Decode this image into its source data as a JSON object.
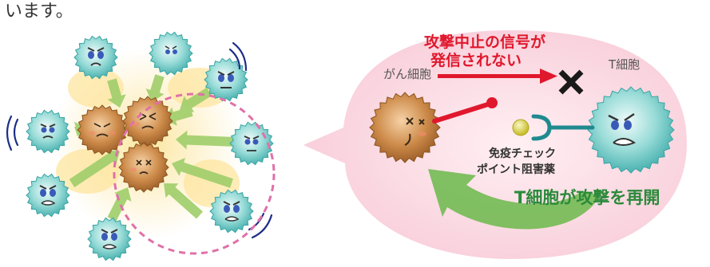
{
  "intro_text": "います。",
  "cancer_cell_label": "がん細胞",
  "t_cell_label": "T細胞",
  "stop_signal": {
    "line1": "攻撃中止の信号が",
    "line2": "発信されない"
  },
  "checkpoint_drug": {
    "line1": "免疫チェック",
    "line2": "ポイント阻害薬"
  },
  "resume_attack_text": "T細胞が攻撃を再開",
  "colors": {
    "speech_bubble": "#fbdde4",
    "dashed_circle": "#e070a8",
    "cancer_cell": "#b87838",
    "t_cell": "#5cc2bf",
    "signal_red": "#e0182d",
    "resume_green": "#2a8a3a",
    "attack_arrow": "#9fce6a",
    "glow": "#fbd56a",
    "cross": "#1a1a1a",
    "vibration": "#1e2e88",
    "drug_ball": "#d8d040",
    "receptor": "#1f8a90"
  },
  "icons": {
    "cross": "x-mark-icon",
    "arrow": "arrow-right-icon",
    "curved_arrow": "curved-arrow-icon"
  }
}
